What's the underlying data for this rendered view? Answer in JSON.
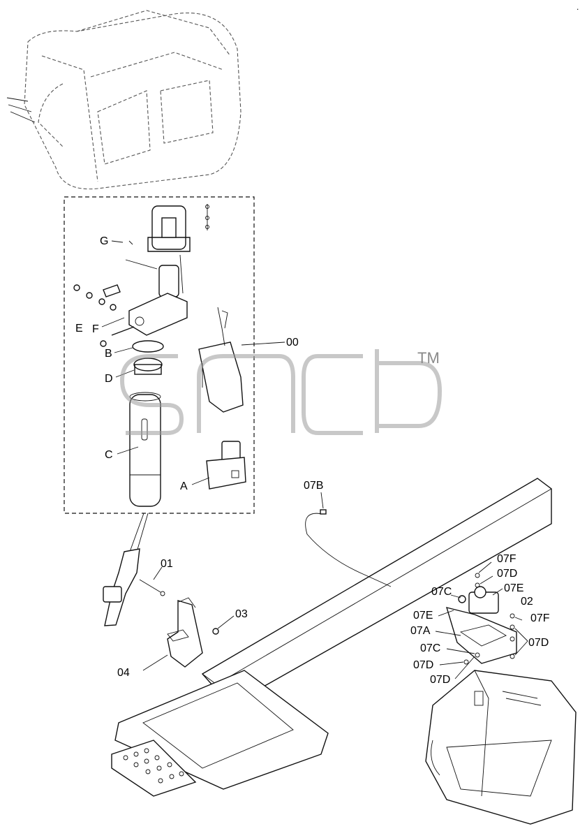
{
  "labels": {
    "g": "G",
    "f": "F",
    "e": "E",
    "b": "B",
    "d": "D",
    "c": "C",
    "a": "A",
    "l00": "00",
    "l01": "01",
    "l02": "02",
    "l03": "03",
    "l04": "04",
    "l07a": "07A",
    "l07b": "07B",
    "l07c": "07C",
    "l07d": "07D",
    "l07e": "07E",
    "l07f": "07F"
  },
  "watermark": {
    "tm": "TM"
  },
  "corner_mark": "."
}
